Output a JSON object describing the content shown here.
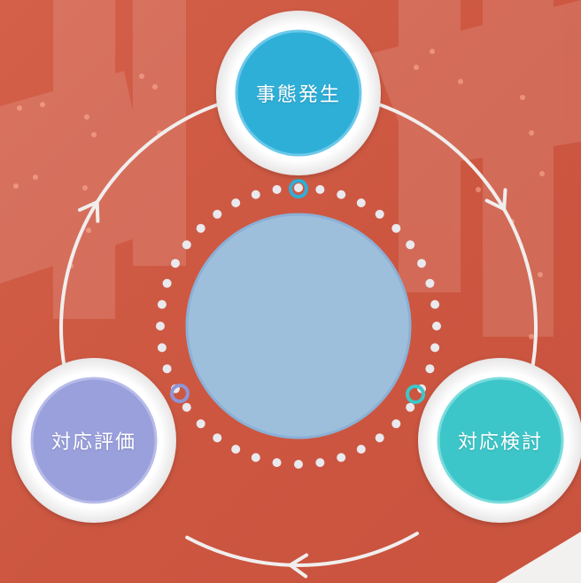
{
  "colors": {
    "background": "#cf5a44",
    "ring_arrow": "#f1eeee",
    "dots": "#e9e9ee",
    "center": "#9ebfdc",
    "node_top": "#2fafd8",
    "node_right": "#3ec6c9",
    "node_left": "#9aa0dc",
    "connector_top": "#2fafd8",
    "connector_right": "#3ec6c9",
    "connector_left": "#8f95d6"
  },
  "nodes": {
    "top": {
      "label": "事態発生"
    },
    "right": {
      "label": "対応検討"
    },
    "left": {
      "label": "対応評価"
    }
  },
  "dot_count": 40
}
